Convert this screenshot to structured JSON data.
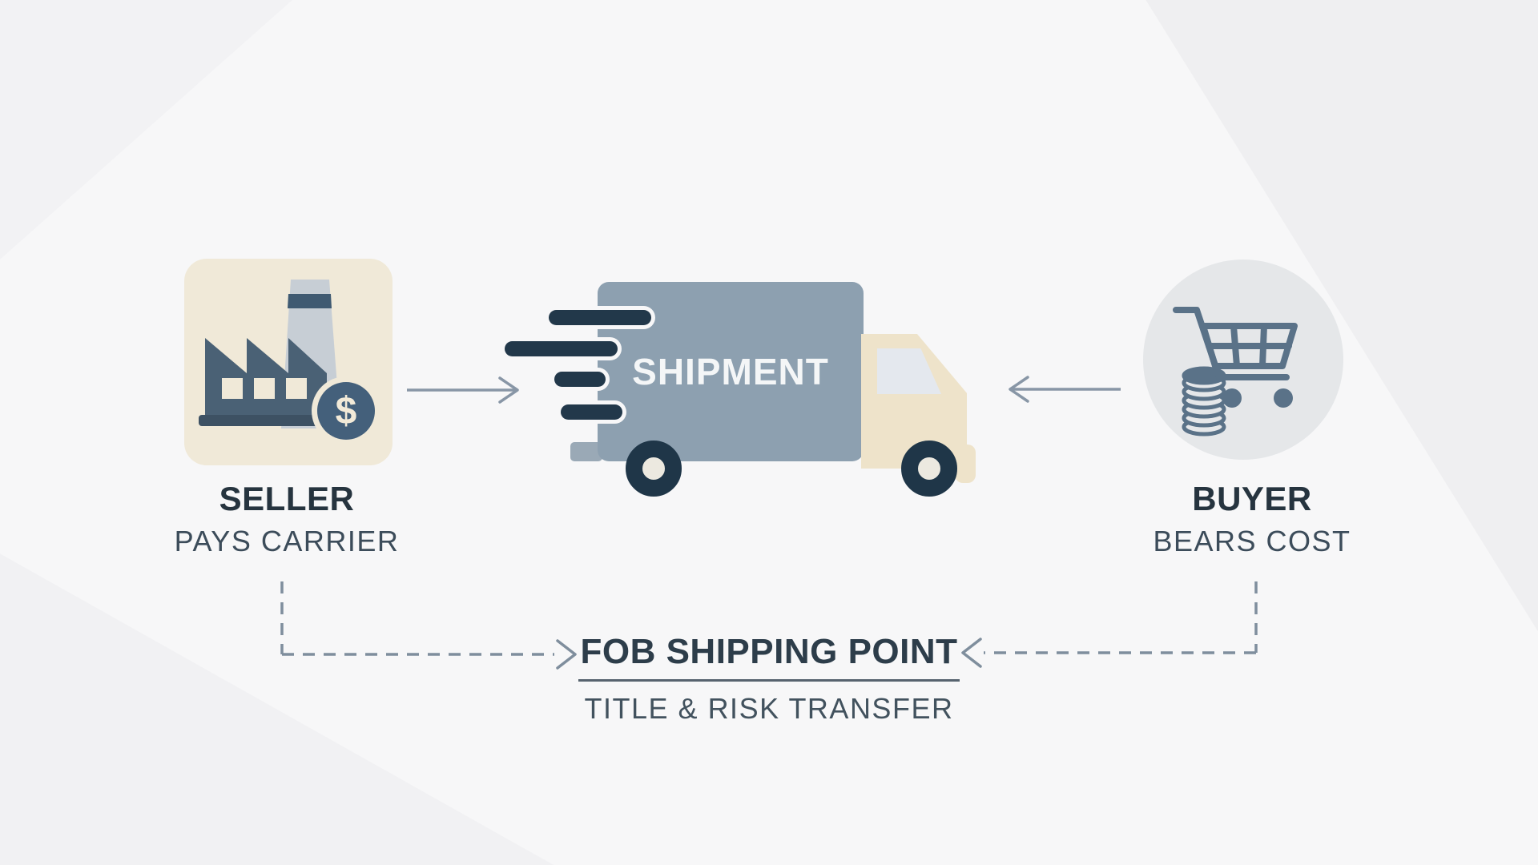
{
  "diagram_title": "FOB Shipping Point",
  "seller": {
    "title": "SELLER",
    "subtitle": "PAYS CARRIER",
    "icon": "factory-icon",
    "badge_symbol": "$"
  },
  "shipment": {
    "label": "SHIPMENT",
    "icon": "delivery-truck-icon"
  },
  "buyer": {
    "title": "BUYER",
    "subtitle": "BEARS COST",
    "icon": "shopping-cart-coins-icon"
  },
  "transfer_point": {
    "title": "FOB SHIPPING POINT",
    "subtitle": "TITLE & RISK TRANSFER"
  },
  "colors": {
    "background": "#f7f7f8",
    "background_facet": "#efeff1",
    "seller_tile": "#f0e9d8",
    "factory_slate": "#4a6175",
    "factory_base": "#3d5163",
    "chimney_gray": "#c7ced5",
    "chimney_band": "#3f5a72",
    "badge_circle": "#44607b",
    "truck_box": "#8da0b0",
    "truck_cab": "#eee3ca",
    "truck_window": "#e4e8ee",
    "dark_navy": "#22384a",
    "buyer_circle": "#e5e7e9",
    "cart_slate": "#5a7288",
    "solid_arrow": "#8896a6",
    "dashed_line": "#7f8e9d",
    "title_text": "#26343f",
    "subtitle_text": "#3c4c5a",
    "shipment_text": "#f4f6f7"
  }
}
